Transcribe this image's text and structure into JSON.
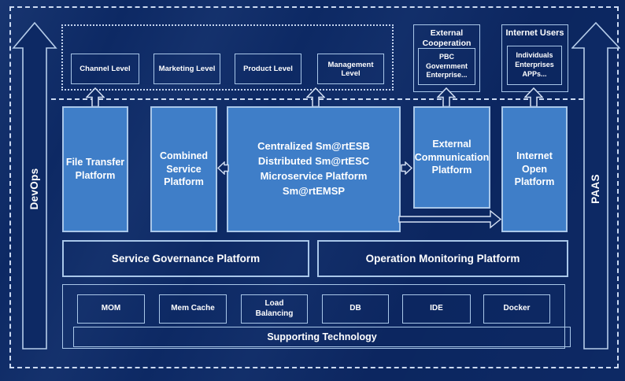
{
  "colors": {
    "background": "#0d2964",
    "platform_blue": "#3f7ec8",
    "border_light": "#a9c7e9",
    "dash_light": "#ccdaf2",
    "text": "#ffffff"
  },
  "rails": {
    "left": "DevOps",
    "right": "PAAS"
  },
  "levels": [
    "Channel Level",
    "Marketing Level",
    "Product Level",
    "Management Level"
  ],
  "external_cooperation": {
    "title": "External Cooperation",
    "members": "PBC Government Enterprise..."
  },
  "internet_users": {
    "title": "Internet Users",
    "members": "Individuals Enterprises APPs..."
  },
  "platforms": {
    "file_transfer": "File Transfer Platform",
    "combined_service": "Combined Service Platform",
    "central": {
      "line1": "Centralized Sm@rtESB",
      "line2": "Distributed Sm@rtESC",
      "line3": "Microservice Platform Sm@rtEMSP"
    },
    "external_communication": "External Communication Platform",
    "internet_open": "Internet Open Platform"
  },
  "governance": {
    "service_governance": "Service Governance Platform",
    "operation_monitoring": "Operation Monitoring Platform"
  },
  "supporting": {
    "title": "Supporting Technology",
    "techs": [
      "MOM",
      "Mem Cache",
      "Load Balancing",
      "DB",
      "IDE",
      "Docker"
    ]
  }
}
